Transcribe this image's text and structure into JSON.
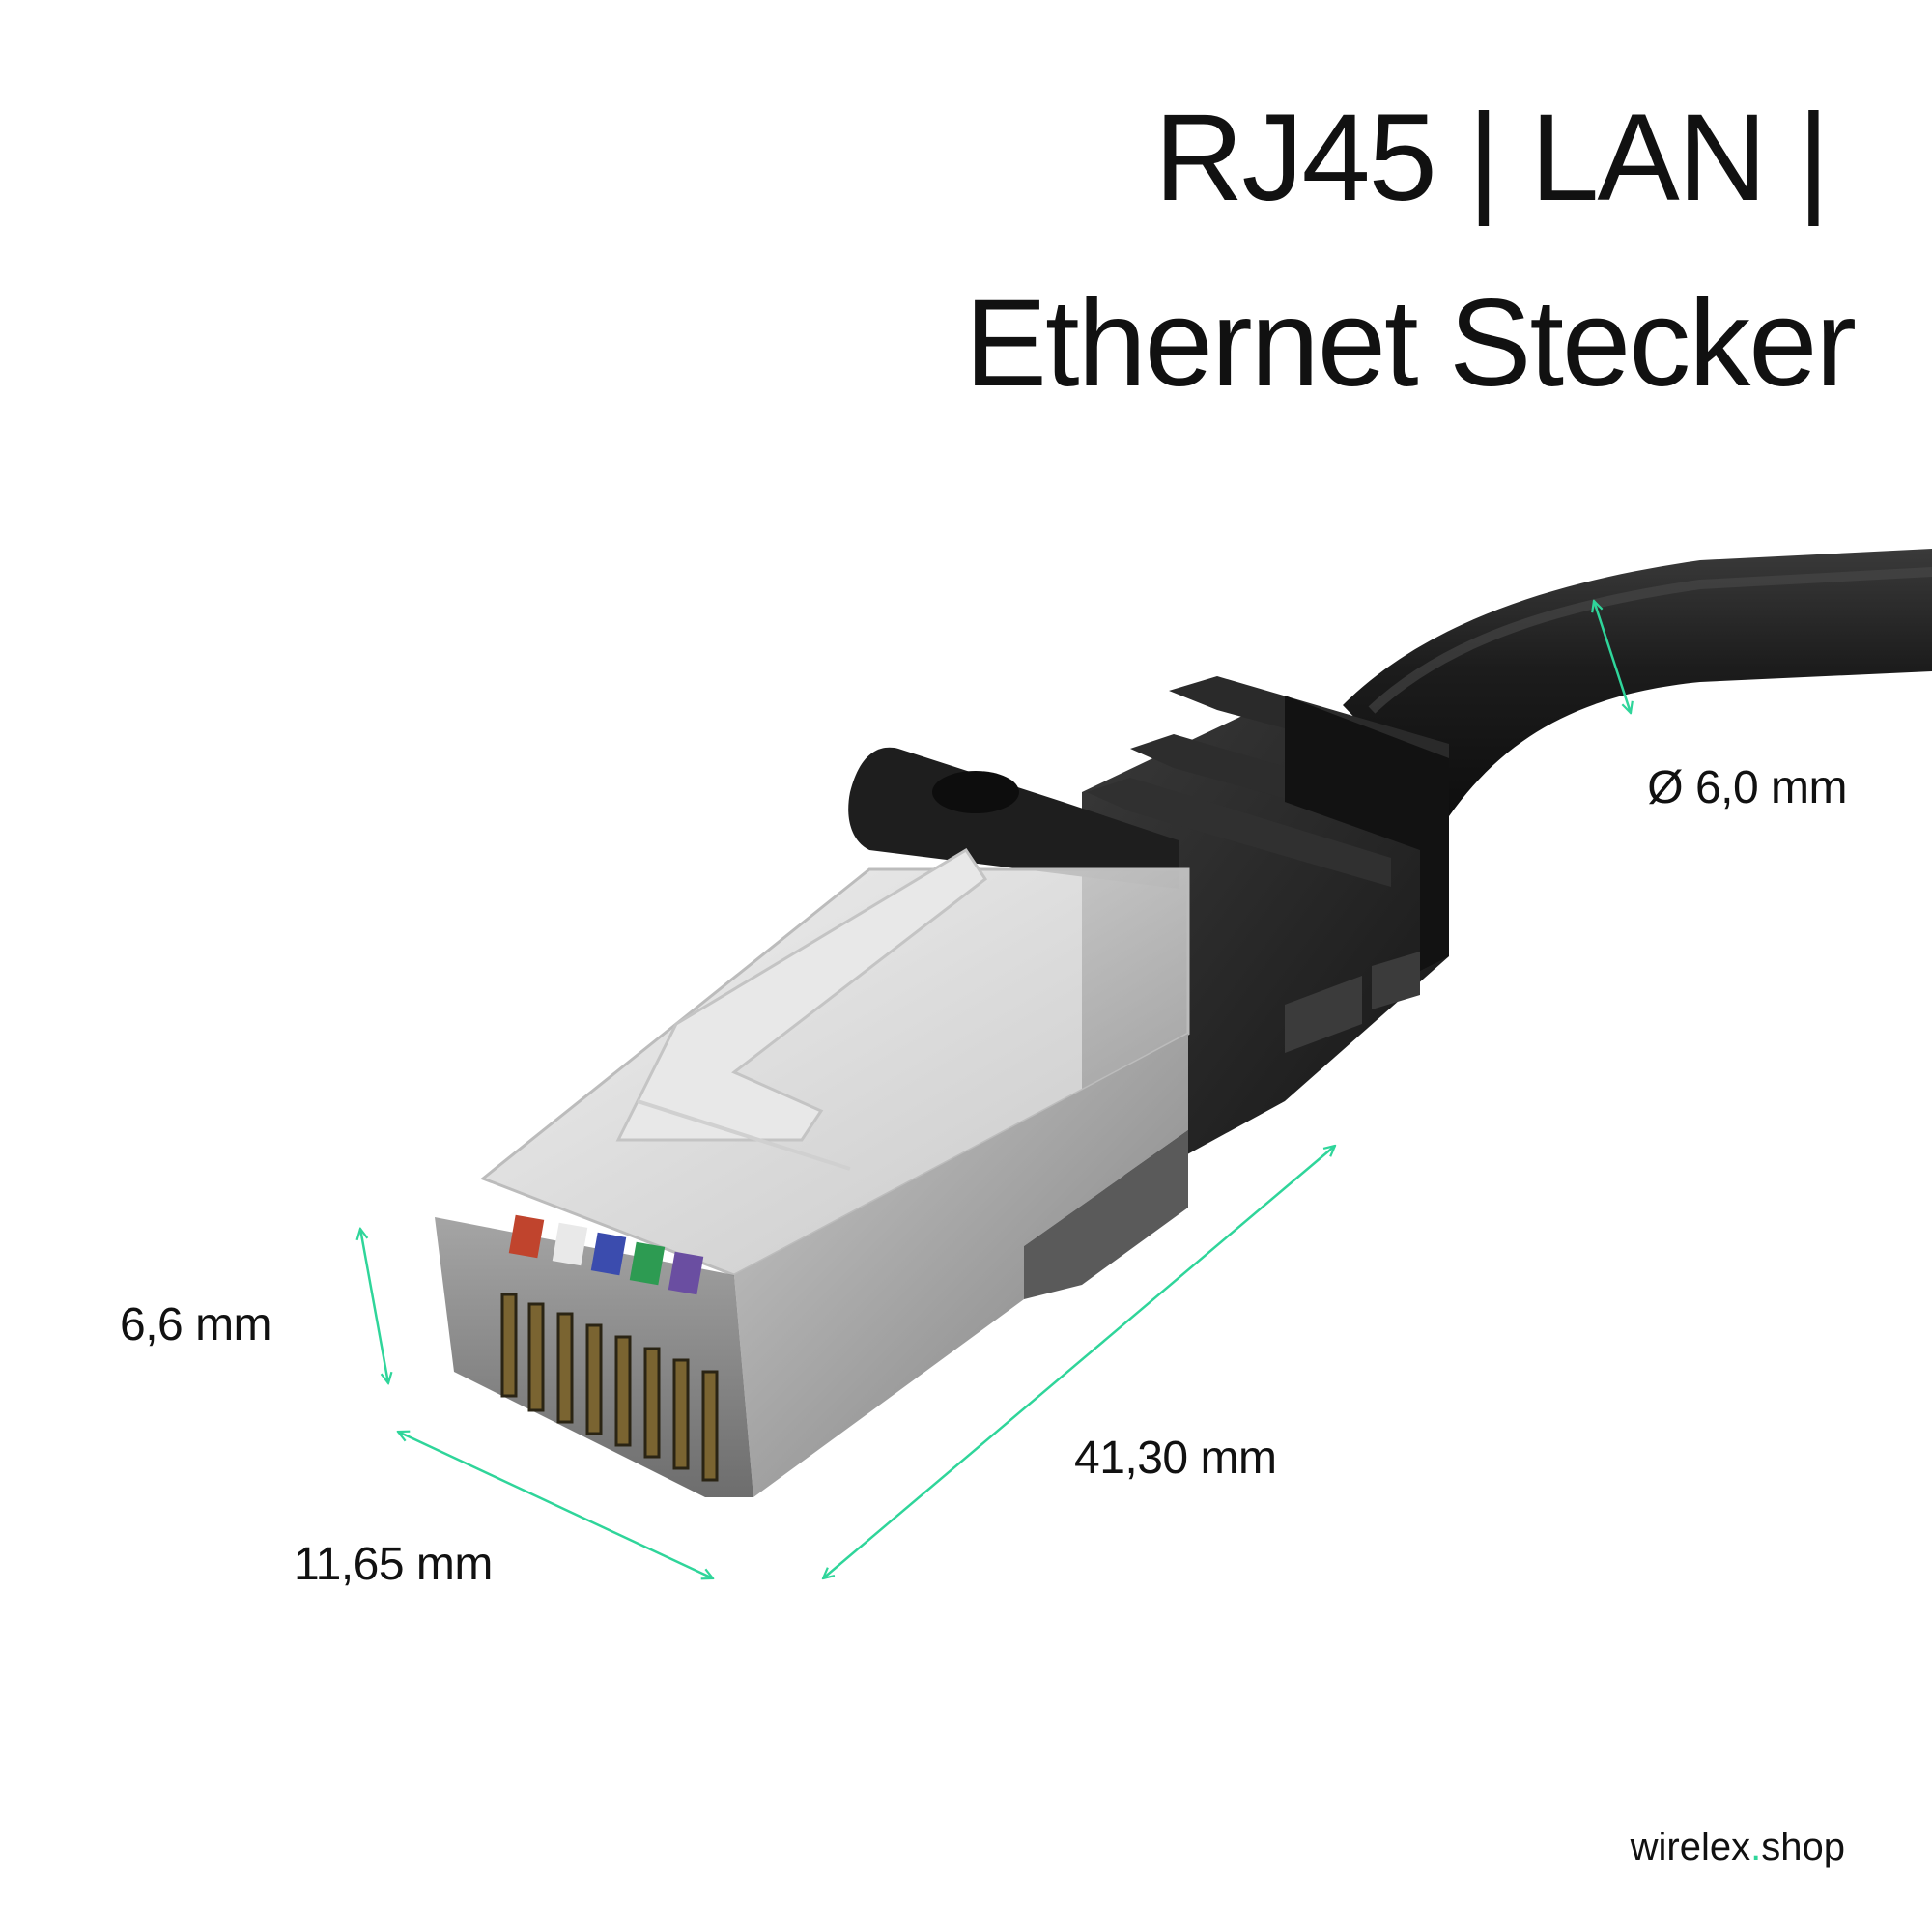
{
  "header": {
    "title_line_1": "RJ45 | LAN |",
    "title_line_2": "Ethernet Stecker"
  },
  "dimensions": {
    "diameter": "Ø 6,0 mm",
    "height": "6,6 mm",
    "length": "41,30 mm",
    "width": "11,65 mm"
  },
  "brand": {
    "name": "wirelex",
    "dot": ".",
    "tld": "shop"
  },
  "colors": {
    "accent": "#2fd59a",
    "text": "#111111",
    "cable": "#1d1d1d",
    "metal_shield": "#9a9a9a"
  }
}
